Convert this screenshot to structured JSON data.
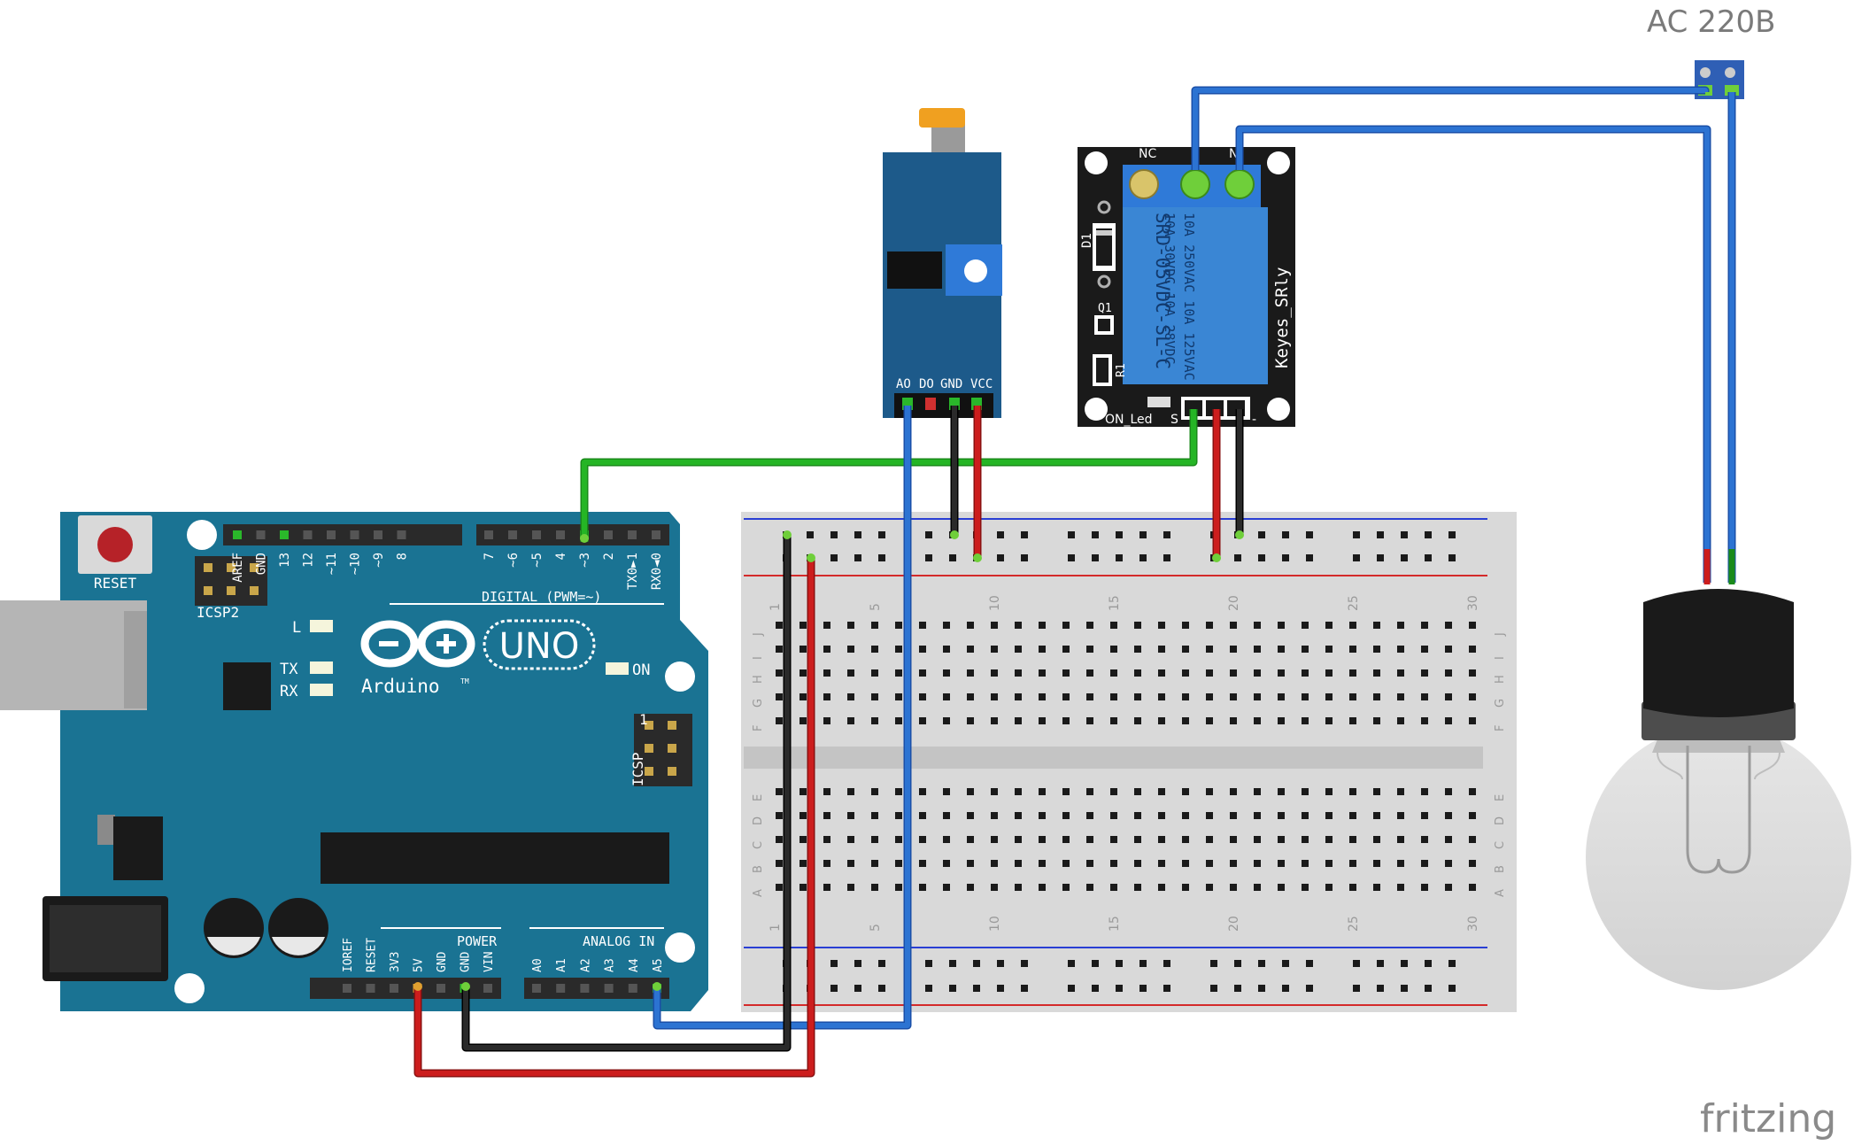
{
  "supply": {
    "label": "AC 220B"
  },
  "watermark": "fritzing",
  "arduino": {
    "logo_text": "Arduino",
    "tm": "TM",
    "model": "UNO",
    "reset_label": "RESET",
    "icsp2_label": "ICSP2",
    "icsp_label": "ICSP",
    "icsp_pin1": "1",
    "l_label": "L",
    "tx_label": "TX",
    "rx_label": "RX",
    "on_label": "ON",
    "digital_label": "DIGITAL (PWM=~)",
    "power_label": "POWER",
    "analog_label": "ANALOG IN",
    "digital_pins": [
      "AREF",
      "GND",
      "13",
      "12",
      "~11",
      "~10",
      "~9",
      "8",
      "7",
      "~6",
      "~5",
      "4",
      "~3",
      "2",
      "TX0►1",
      "RX0◄0"
    ],
    "power_pins": [
      "IOREF",
      "RESET",
      "3V3",
      "5V",
      "GND",
      "GND",
      "VIN"
    ],
    "analog_pins": [
      "A0",
      "A1",
      "A2",
      "A3",
      "A4",
      "A5"
    ]
  },
  "sensor": {
    "pins": [
      "AO",
      "DO",
      "GND",
      "VCC"
    ]
  },
  "relay": {
    "model": "SRD-05VDC-SL-C",
    "rating_1": "10A 250VAC  10A 125VAC",
    "rating_2": "10A 30VDC  10A 28VDC",
    "brand": "Keyes_SRly",
    "nc_label": "NC",
    "no_label": "N",
    "d1_label": "D1",
    "q1_label": "Q1",
    "r1_label": "R1",
    "on_led_label": "ON_Led",
    "s_label": "S",
    "plus_label": "+",
    "minus_label": "-"
  },
  "breadboard": {
    "column_numbers": [
      "1",
      "5",
      "10",
      "15",
      "20",
      "25",
      "30"
    ],
    "rows_top": [
      "J",
      "I",
      "H",
      "G",
      "F"
    ],
    "rows_bottom": [
      "E",
      "D",
      "C",
      "B",
      "A"
    ]
  },
  "colors": {
    "arduino_board": "#1a7393",
    "sensor_board": "#1d5a8a",
    "relay_board": "#1a1a1a",
    "relay_block": "#3a86d4",
    "wire_blue": "#2c73d2",
    "wire_red": "#cc1d1d",
    "wire_black": "#1a1a1a",
    "wire_green": "#25b525",
    "breadboard": "#d9d9d9"
  }
}
